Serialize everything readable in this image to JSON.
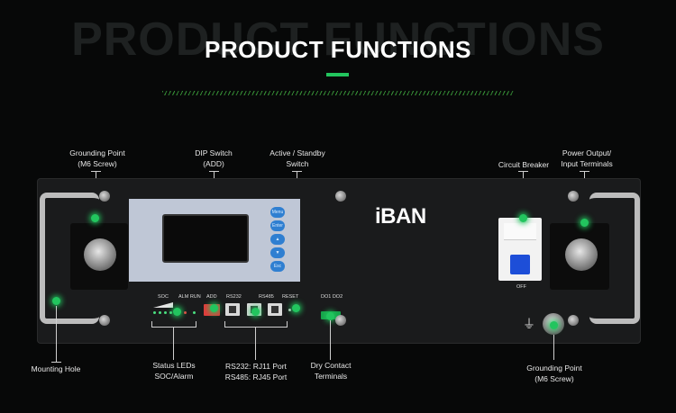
{
  "header": {
    "background_title": "PRODUCT FUNCTIONS",
    "title": "PRODUCT FUNCTIONS",
    "accent_color": "#22c55e"
  },
  "brand": {
    "logo": "iBAN"
  },
  "callouts": {
    "grounding_top_line1": "Grounding Point",
    "grounding_top_line2": "(M6 Screw)",
    "dip_line1": "DIP Switch",
    "dip_line2": "(ADD)",
    "active_line1": "Active / Standby",
    "active_line2": "Switch",
    "breaker": "Circuit Breaker",
    "power_line1": "Power Output/",
    "power_line2": "Input Terminals",
    "mounting": "Mounting Hole",
    "status_line1": "Status LEDs",
    "status_line2": "SOC/Alarm",
    "rs_line1": "RS232: RJ11 Port",
    "rs_line2": "RS485: RJ45 Port",
    "dry_line1": "Dry Contact",
    "dry_line2": "Terminals",
    "grounding_bottom_line1": "Grounding Point",
    "grounding_bottom_line2": "(M6 Screw)"
  },
  "panel_labels": {
    "soc": "SOC",
    "alm_run": "ALM RUN",
    "add": "ADD",
    "rs232": "RS232",
    "rs485": "RS485",
    "reset": "RESET",
    "do": "DO1 DO2",
    "off": "OFF",
    "ground_symbol": "⏚"
  },
  "lcd_buttons": [
    "Menu",
    "Enter",
    "▲",
    "▼",
    "Esc"
  ]
}
